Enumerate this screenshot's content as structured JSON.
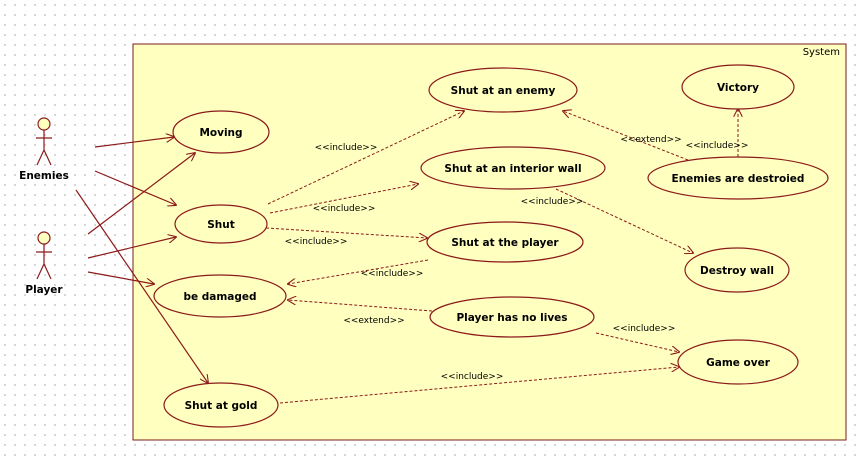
{
  "system": {
    "label": "System"
  },
  "actors": [
    {
      "id": "enemies",
      "label": "Enemies"
    },
    {
      "id": "player",
      "label": "Player"
    }
  ],
  "use_cases": [
    {
      "id": "moving",
      "label": "Moving"
    },
    {
      "id": "shut",
      "label": "Shut"
    },
    {
      "id": "be_damaged",
      "label": "be damaged"
    },
    {
      "id": "shut_gold",
      "label": "Shut at gold"
    },
    {
      "id": "shut_enemy",
      "label": "Shut at an enemy"
    },
    {
      "id": "shut_wall",
      "label": "Shut at an interior wall"
    },
    {
      "id": "shut_player",
      "label": "Shut at the player"
    },
    {
      "id": "no_lives",
      "label": "Player has no lives"
    },
    {
      "id": "victory",
      "label": "Victory"
    },
    {
      "id": "enemies_destroyed",
      "label": "Enemies are destroied"
    },
    {
      "id": "destroy_wall",
      "label": "Destroy wall"
    },
    {
      "id": "game_over",
      "label": "Game over"
    }
  ],
  "associations": [
    {
      "from": "enemies",
      "to": "moving"
    },
    {
      "from": "enemies",
      "to": "shut"
    },
    {
      "from": "enemies",
      "to": "shut_gold"
    },
    {
      "from": "player",
      "to": "moving"
    },
    {
      "from": "player",
      "to": "shut"
    },
    {
      "from": "player",
      "to": "be_damaged"
    }
  ],
  "dependencies": [
    {
      "from": "shut",
      "to": "shut_enemy",
      "stereotype": "<<include>>"
    },
    {
      "from": "shut",
      "to": "shut_wall",
      "stereotype": "<<include>>"
    },
    {
      "from": "shut",
      "to": "shut_player",
      "stereotype": "<<include>>"
    },
    {
      "from": "shut_player",
      "to": "be_damaged",
      "stereotype": "<<include>>"
    },
    {
      "from": "no_lives",
      "to": "be_damaged",
      "stereotype": "<<extend>>"
    },
    {
      "from": "enemies_destroyed",
      "to": "shut_enemy",
      "stereotype": "<<extend>>"
    },
    {
      "from": "enemies_destroyed",
      "to": "victory",
      "stereotype": "<<include>>"
    },
    {
      "from": "shut_wall",
      "to": "destroy_wall",
      "stereotype": "<<include>>"
    },
    {
      "from": "no_lives",
      "to": "game_over",
      "stereotype": "<<include>>"
    },
    {
      "from": "shut_gold",
      "to": "game_over",
      "stereotype": "<<include>>"
    }
  ],
  "colors": {
    "line": "#8b1a1a",
    "fill": "#ffffc0"
  }
}
